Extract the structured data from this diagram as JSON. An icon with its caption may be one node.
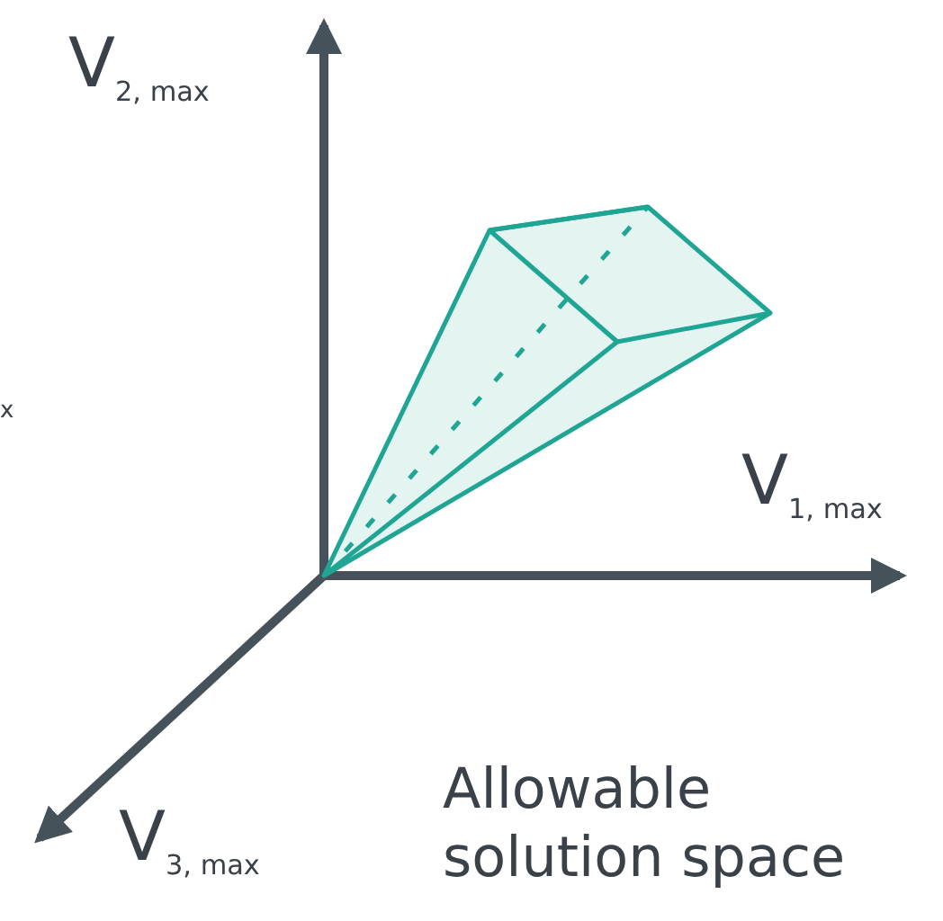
{
  "diagram": {
    "labels": [
      "V$_{2, max}$",
      "x",
      "V$_{1, max}$",
      "V$_{3, max}$",
      "Allowable solution space"
    ]
  }
}
